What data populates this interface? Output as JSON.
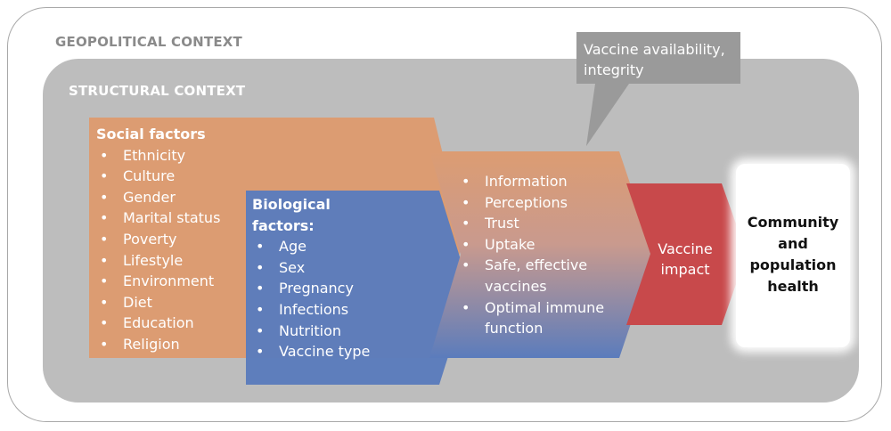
{
  "geopolitical": {
    "title": "GEOPOLITICAL CONTEXT"
  },
  "structural": {
    "title": "STRUCTURAL CONTEXT"
  },
  "callout": {
    "text": "Vaccine availability, integrity"
  },
  "social": {
    "heading": "Social factors",
    "items": [
      "Ethnicity",
      "Culture",
      "Gender",
      "Marital status",
      "Poverty",
      "Lifestyle",
      "Environment",
      "Diet",
      "Education",
      "Religion"
    ]
  },
  "biological": {
    "heading": "Biological factors:",
    "items": [
      "Age",
      "Sex",
      "Pregnancy",
      "Infections",
      "Nutrition",
      "Vaccine type"
    ]
  },
  "intermediate": {
    "items": [
      "Information",
      "Perceptions",
      "Trust",
      "Uptake",
      "Safe, effective vaccines",
      "Optimal immune function"
    ]
  },
  "impact": {
    "label": "Vaccine impact"
  },
  "outcome": {
    "label": "Community and population health"
  },
  "colors": {
    "outer_border": "#a8a8a8",
    "structural_bg": "#bdbdbd",
    "social": "#dc9c72",
    "biological": "#5b7cbc",
    "impact": "#c8494b",
    "callout": "#9a9a9a",
    "outcome_bg": "#ffffff"
  }
}
